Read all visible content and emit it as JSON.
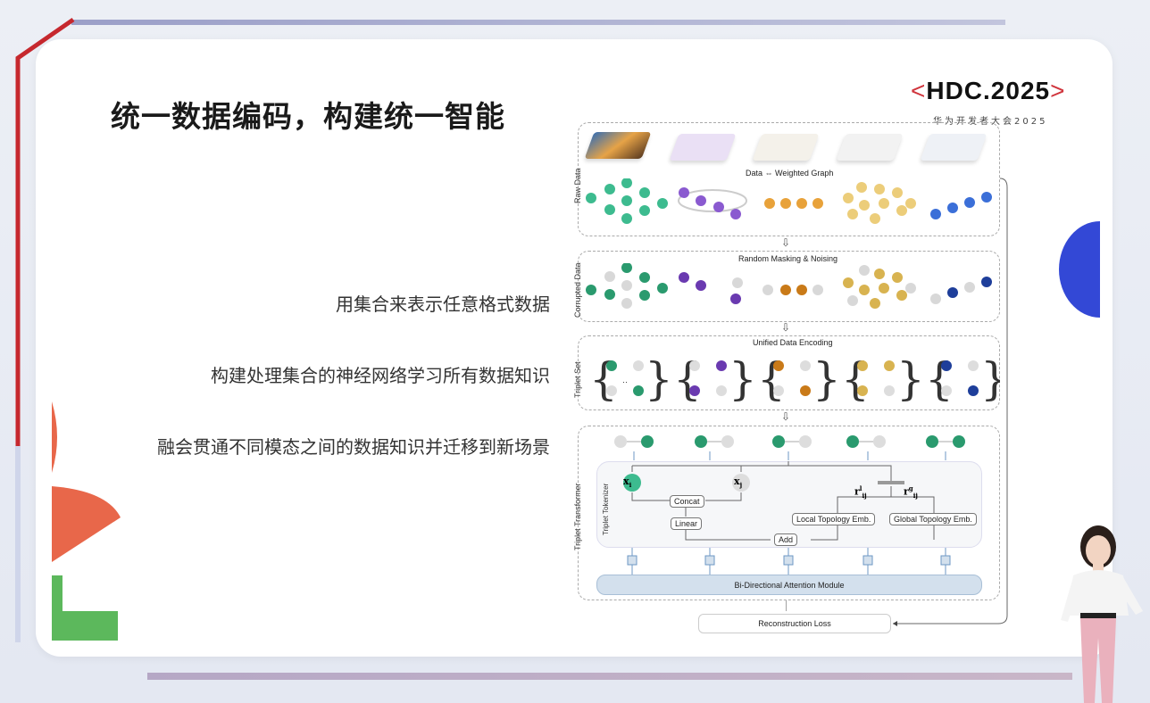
{
  "slide": {
    "title": "统一数据编码，构建统一智能",
    "bullets": [
      "用集合来表示任意格式数据",
      "构建处理集合的神经网络学习所有数据知识",
      "融会贯通不同模态之间的数据知识并迁移到新场景"
    ],
    "logo": {
      "open": "<",
      "name": "HDC.2025",
      "close": ">",
      "subtitle": "华为开发者大会2025"
    }
  },
  "diagram": {
    "sections": {
      "raw": "Raw Data",
      "corrupted": "Corrupted Data",
      "triplet_set": "Triplet Set",
      "transformer": "Triplet Transformer",
      "tokenizer": "Triplet Tokenizer"
    },
    "captions": {
      "raw": "Data ⇔ Weighted Graph",
      "corrupted": "Random Masking & Noising",
      "encoding": "Unified Data Encoding"
    },
    "blocks": {
      "xi": "x",
      "xi_sub": "i",
      "xj": "x",
      "xj_sub": "j",
      "concat": "Concat",
      "linear": "Linear",
      "add": "Add",
      "rl": "r",
      "rl_sup": "l",
      "rl_sub": "ij",
      "rg": "r",
      "rg_sup": "g",
      "rg_sub": "ij",
      "local": "Local Topology Emb.",
      "global": "Global Topology Emb.",
      "attention": "Bi-Directional Attention Module",
      "loss": "Reconstruction Loss",
      "dots": "··"
    },
    "colors": {
      "green": "#3dbb8f",
      "purple": "#8a5ad0",
      "orange": "#e8a23a",
      "yellow": "#eccd7a",
      "blue": "#3b6fd8",
      "accent_red": "#d0343c"
    }
  }
}
